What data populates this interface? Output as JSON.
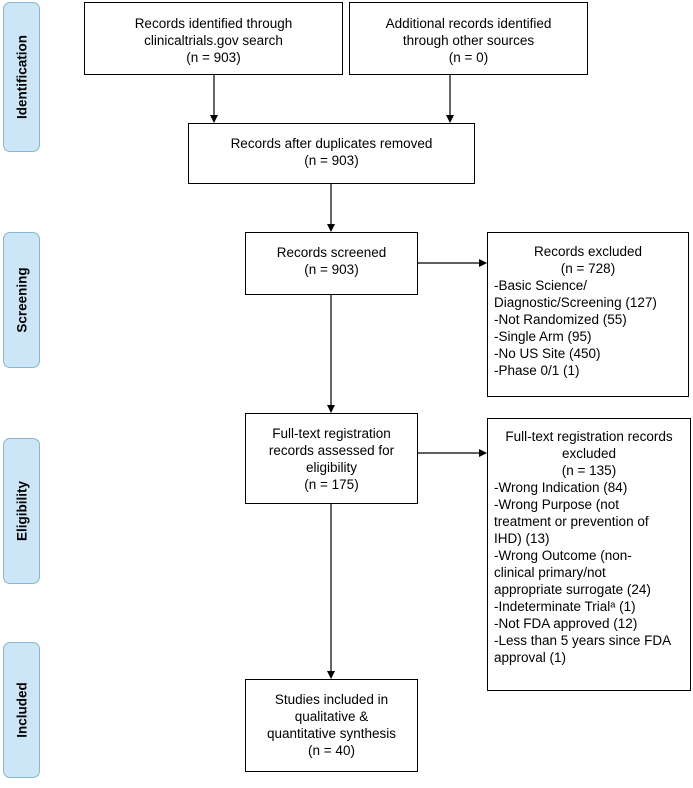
{
  "stages": [
    {
      "id": "identification",
      "label": "Identification"
    },
    {
      "id": "screening",
      "label": "Screening"
    },
    {
      "id": "eligibility",
      "label": "Eligibility"
    },
    {
      "id": "included",
      "label": "Included"
    }
  ],
  "boxes": {
    "clinicaltrials": {
      "lines": [
        "Records identified through",
        "clinicaltrials.gov search",
        "(n = 903)"
      ]
    },
    "other_sources": {
      "lines": [
        "Additional records identified",
        "through other sources",
        "(n = 0)"
      ]
    },
    "after_duplicates": {
      "lines": [
        "Records after duplicates removed",
        "(n = 903)"
      ]
    },
    "screened": {
      "lines": [
        "Records screened",
        "(n = 903)"
      ]
    },
    "excluded": {
      "heading": [
        "Records excluded",
        "(n = 728)"
      ],
      "items": [
        "-Basic Science/",
        "Diagnostic/Screening (127)",
        "-Not Randomized (55)",
        "-Single Arm (95)",
        "-No US Site (450)",
        "-Phase 0/1 (1)"
      ]
    },
    "fulltext": {
      "lines": [
        "Full-text registration",
        "records assessed for",
        "eligibility",
        "(n = 175)"
      ]
    },
    "fulltext_excluded": {
      "heading": [
        "Full-text registration records",
        "excluded",
        "(n = 135)"
      ],
      "items": [
        "-Wrong Indication (84)",
        "-Wrong Purpose (not",
        "treatment or prevention of",
        "IHD) (13)",
        "-Wrong Outcome (non-",
        "clinical primary/not",
        "appropriate surrogate (24)",
        "-Indeterminate Trialᵃ (1)",
        "-Not FDA approved (12)",
        "-Less than 5 years since FDA",
        "approval (1)"
      ]
    },
    "included": {
      "lines": [
        "Studies included in",
        "qualitative &",
        "quantitative synthesis",
        "(n = 40)"
      ]
    }
  }
}
